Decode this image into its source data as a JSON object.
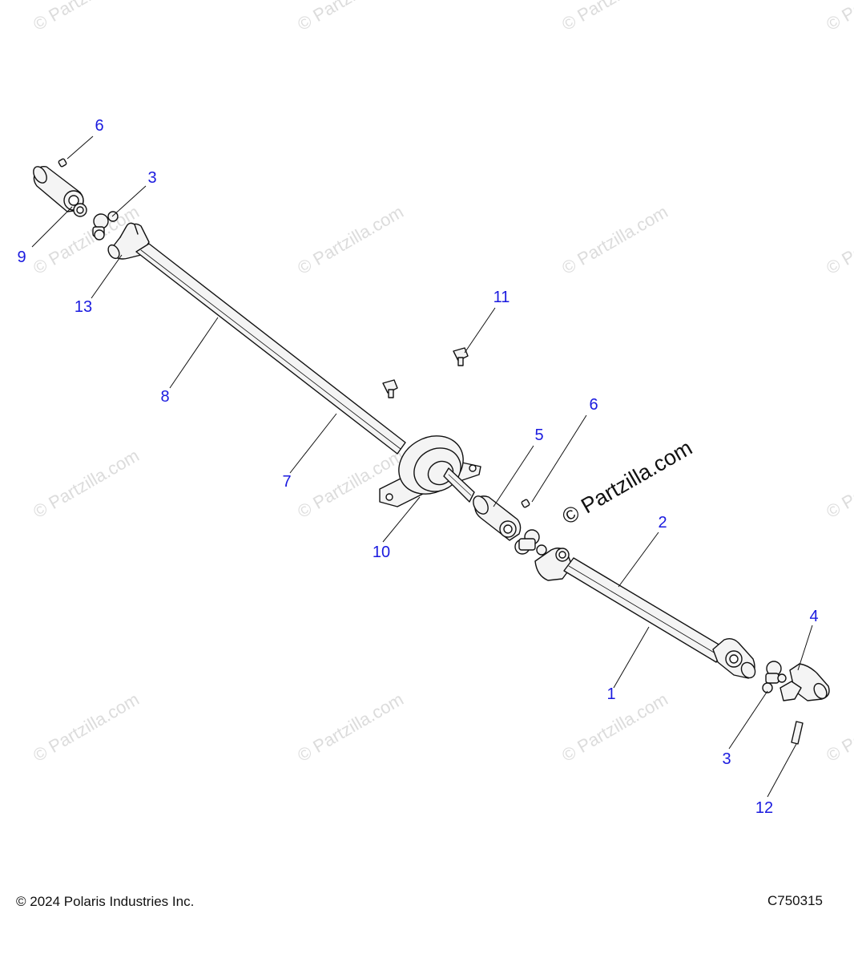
{
  "watermark": "© Partzilla.com",
  "callouts": {
    "p6_top": "6",
    "p3_top": "3",
    "p9": "9",
    "p13": "13",
    "p11": "11",
    "p8": "8",
    "p6_mid": "6",
    "p5": "5",
    "p7": "7",
    "p10": "10",
    "p2": "2",
    "p4": "4",
    "p1": "1",
    "p3_bottom": "3",
    "p12": "12"
  },
  "footer": {
    "copyright": "© 2024 Polaris Industries Inc.",
    "code": "C750315"
  },
  "colors": {
    "callout": "#1a1adf",
    "line_art": "#111111",
    "part_fill": "#f4f4f4",
    "watermark": "#dcdcdc"
  }
}
